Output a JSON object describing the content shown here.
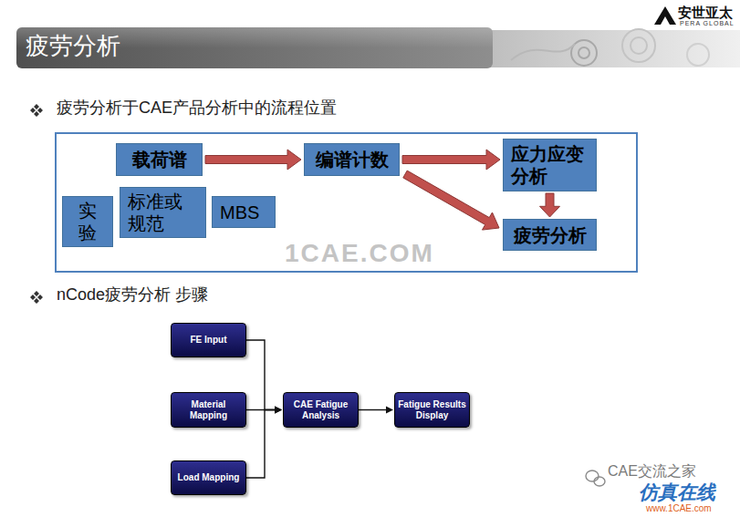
{
  "diagram": {
    "title": "疲劳分析",
    "nodes": [
      {
        "text": [
          "载荷谱"
        ]
      },
      {
        "text": [
          "编谱计数"
        ]
      },
      {
        "text": [
          "应力应变 分析"
        ]
      },
      {
        "text": [
          "实验"
        ]
      },
      {
        "text": [
          "标准或 规范"
        ]
      },
      {
        "text": [
          "MBS"
        ]
      },
      {
        "text": [
          "疲劳分析"
        ]
      },
      {
        "text": [
          "FE Input"
        ]
      },
      {
        "text": [
          "Material Mapping"
        ]
      },
      {
        "text": [
          "CAE Fatigue Analysis"
        ]
      },
      {
        "text": [
          "Fatigue Results Display"
        ]
      },
      {
        "text": [
          "Load Mapping"
        ]
      }
    ],
    "edges": [
      {
        "from": 0,
        "to": 1,
        "arrow": "to"
      },
      {
        "from": 1,
        "to": 2,
        "arrow": "to"
      },
      {
        "from": 1,
        "to": 6,
        "arrow": "to"
      },
      {
        "from": 2,
        "to": 6,
        "arrow": "to"
      },
      {
        "from": 7,
        "to": 9,
        "arrow": "to"
      },
      {
        "from": 8,
        "to": 9,
        "arrow": "to"
      },
      {
        "from": 11,
        "to": 9,
        "arrow": "to"
      },
      {
        "from": 9,
        "to": 10,
        "arrow": "to"
      }
    ],
    "labels": [
      "疲劳分析于CAE产品分析中的流程位置",
      "nCode疲劳分析 步骤",
      "1CAE.COM",
      "CAE交流之家",
      "仿真在线",
      "www.1CAE.com",
      "安世亚太",
      "PERA GLOBAL"
    ]
  }
}
